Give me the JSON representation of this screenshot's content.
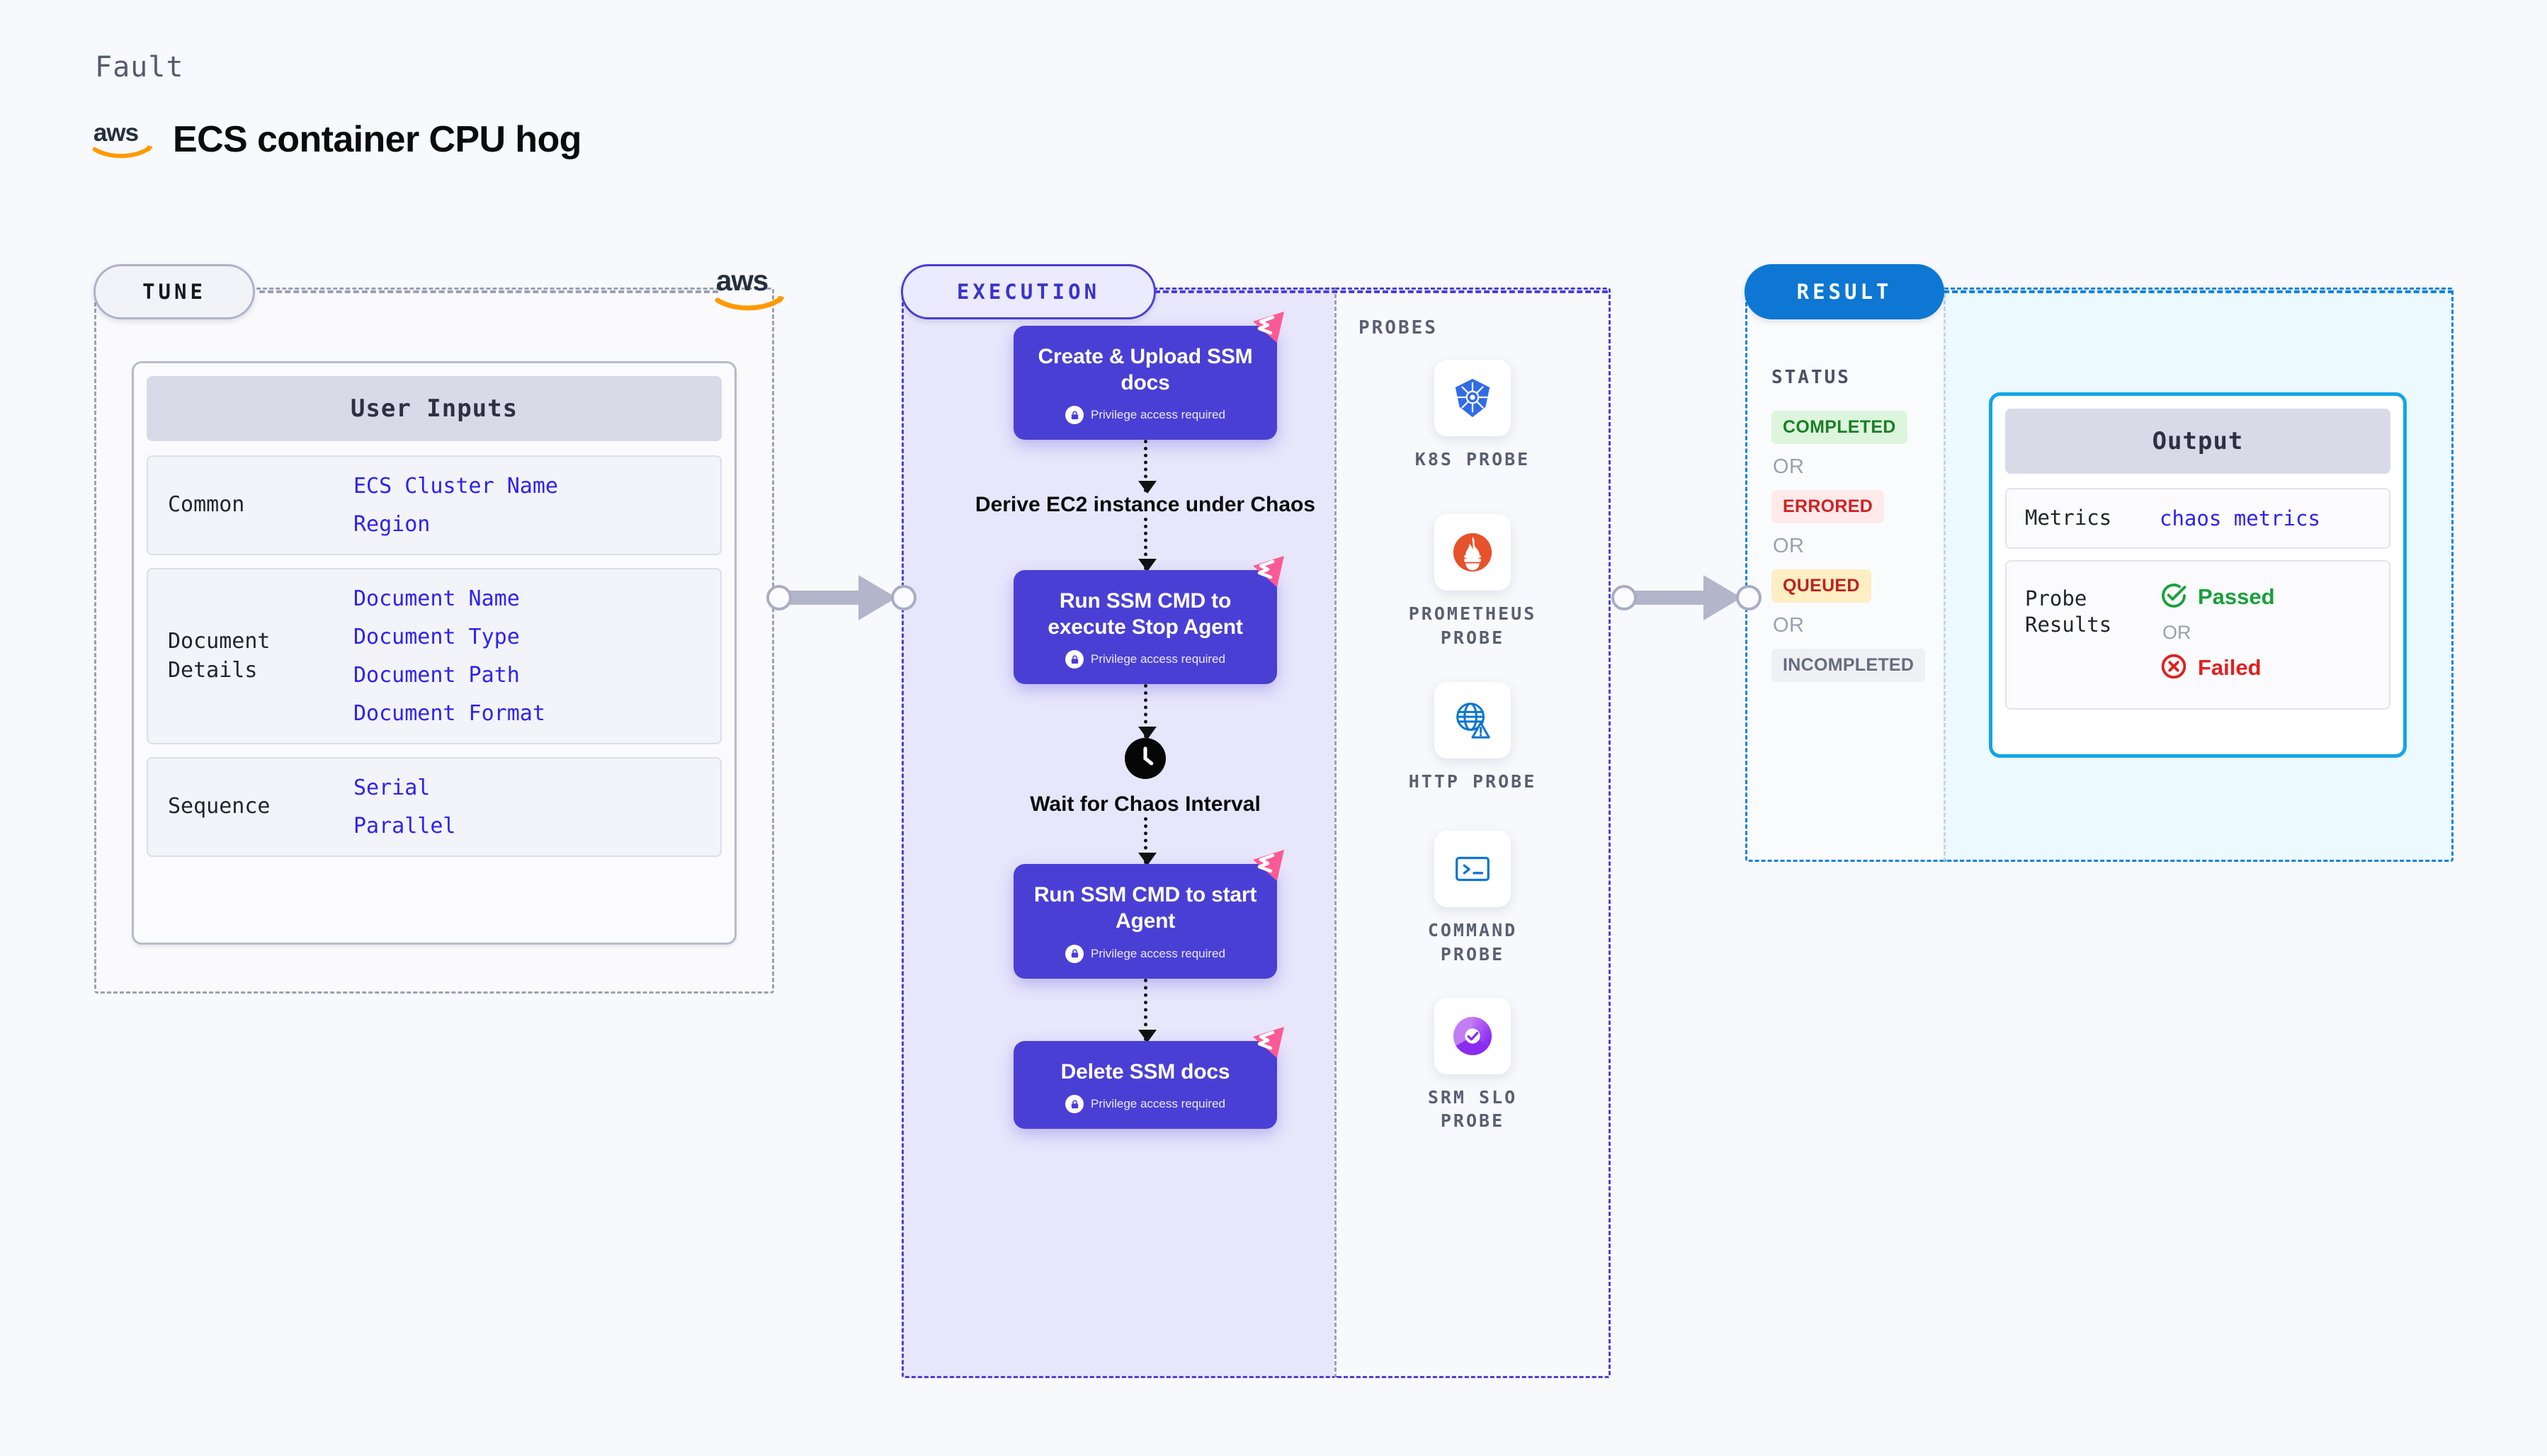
{
  "header": {
    "eyebrow": "Fault",
    "title": "ECS container CPU hog",
    "brand_icon": "aws-logo"
  },
  "tune": {
    "badge": "TUNE",
    "brand_icon": "aws-logo",
    "card_title": "User Inputs",
    "rows": [
      {
        "label": "Common",
        "values": [
          "ECS Cluster Name",
          "Region"
        ]
      },
      {
        "label": "Document\nDetails",
        "values": [
          "Document Name",
          "Document Type",
          "Document Path",
          "Document Format"
        ]
      },
      {
        "label": "Sequence",
        "values": [
          "Serial",
          "Parallel"
        ]
      }
    ]
  },
  "execution": {
    "badge": "EXECUTION",
    "privilege_note": "Privilege access required",
    "steps": [
      {
        "kind": "node",
        "title": "Create & Upload SSM docs",
        "privilege": true,
        "icon": "ribbon-badge-icon"
      },
      {
        "kind": "text",
        "title": "Derive EC2 instance under Chaos",
        "privilege": false,
        "icon": ""
      },
      {
        "kind": "node",
        "title": "Run SSM CMD to execute Stop Agent",
        "privilege": true,
        "icon": "ribbon-badge-icon"
      },
      {
        "kind": "text",
        "title": "Wait for Chaos Interval",
        "privilege": false,
        "icon": "clock-icon"
      },
      {
        "kind": "node",
        "title": "Run SSM CMD to start Agent",
        "privilege": true,
        "icon": "ribbon-badge-icon"
      },
      {
        "kind": "node",
        "title": "Delete SSM docs",
        "privilege": true,
        "icon": "ribbon-badge-icon"
      }
    ]
  },
  "probes": {
    "title": "PROBES",
    "items": [
      {
        "label": "K8S PROBE",
        "icon": "kubernetes-icon"
      },
      {
        "label": "PROMETHEUS\nPROBE",
        "icon": "prometheus-icon"
      },
      {
        "label": "HTTP PROBE",
        "icon": "http-globe-icon"
      },
      {
        "label": "COMMAND\nPROBE",
        "icon": "terminal-icon"
      },
      {
        "label": "SRM SLO\nPROBE",
        "icon": "srm-slo-icon"
      }
    ]
  },
  "result": {
    "badge": "RESULT",
    "status_title": "STATUS",
    "or_label": "OR",
    "statuses": [
      {
        "label": "COMPLETED",
        "bg": "#ddf5dd",
        "fg": "#1a7f24"
      },
      {
        "label": "ERRORED",
        "bg": "#fdeaea",
        "fg": "#cf2121"
      },
      {
        "label": "QUEUED",
        "bg": "#fdeec3",
        "fg": "#c02020"
      },
      {
        "label": "INCOMPLETED",
        "bg": "#eef0f4",
        "fg": "#666c7e"
      }
    ]
  },
  "output": {
    "card_title": "Output",
    "metrics_label": "Metrics",
    "metrics_value": "chaos metrics",
    "probe_results_label": "Probe\nResults",
    "or_label": "OR",
    "passed_label": "Passed",
    "failed_label": "Failed",
    "passed_icon": "check-circle-icon",
    "failed_icon": "x-circle-icon",
    "passed_color": "#18a03a",
    "failed_color": "#e02020"
  },
  "theme": {
    "purple": "#4a3fd4",
    "blue": "#0e77d3",
    "cyan": "#14a5e8",
    "pink": "#fb5b95",
    "value_blue": "#2f22f0",
    "gray": "#9ba0b4"
  }
}
